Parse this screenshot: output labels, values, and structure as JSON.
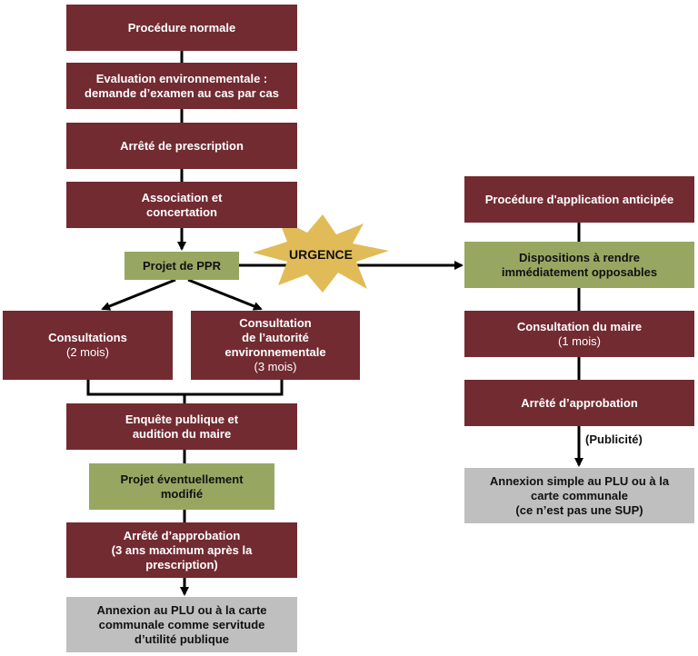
{
  "colors": {
    "step": "#722b31",
    "project": "#97a762",
    "outcome": "#bfbfbf",
    "star": "#e1bb58",
    "connector": "#000000"
  },
  "normal": {
    "start": "Procédure normale",
    "evaluation": [
      "Evaluation environnementale :",
      "demande d’examen au cas par cas"
    ],
    "prescription": "Arrêté de prescription",
    "association": [
      "Association et",
      "concertation"
    ],
    "projet": "Projet de PPR",
    "consultations": {
      "title": "Consultations",
      "duration": "(2 mois)"
    },
    "consultation_ae": {
      "title": [
        "Consultation",
        "de l’autorité",
        "environnementale"
      ],
      "duration": "(3 mois)"
    },
    "enquete": [
      "Enquête publique et",
      "audition du maire"
    ],
    "projet_modifie": [
      "Projet éventuellement",
      "modifié"
    ],
    "approbation": [
      "Arrêté d’approbation",
      "(3 ans maximum après la",
      "prescription)"
    ],
    "annexion": [
      "Annexion au PLU ou à la carte",
      "communale comme servitude",
      "d’utilité publique"
    ]
  },
  "urgence_label": "URGENCE",
  "anticipee": {
    "start": "Procédure d'application anticipée",
    "dispositions": [
      "Dispositions à rendre",
      "immédiatement opposables"
    ],
    "consultation_maire": {
      "title": "Consultation du maire",
      "duration": "(1 mois)"
    },
    "approbation": "Arrêté d’approbation",
    "publicite": "(Publicité)",
    "annexion": [
      "Annexion simple au PLU ou à la",
      "carte communale",
      "(ce n’est pas une SUP)"
    ]
  }
}
